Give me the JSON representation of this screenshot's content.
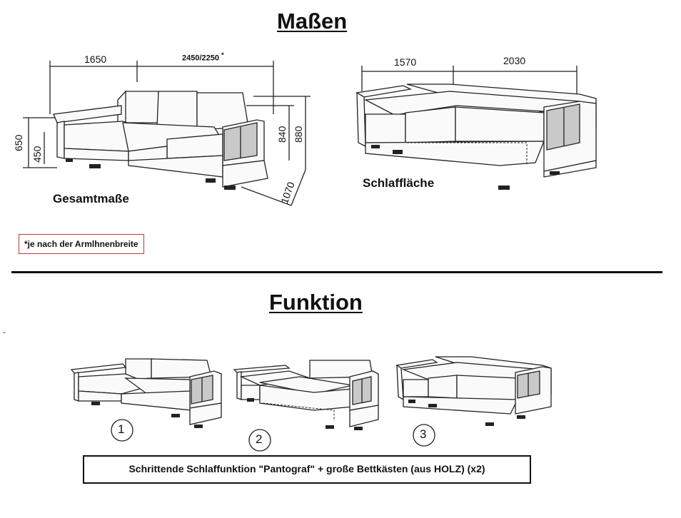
{
  "sections": {
    "dimensions_title": "Maßen",
    "function_title": "Funktion"
  },
  "dimensions": {
    "overall_label": "Gesamtmaße",
    "sleeping_label": "Schlaffläche",
    "overall": {
      "chaise_length": "1650",
      "total_length": "2450/2250",
      "total_length_mark": "*",
      "height_back": "650",
      "seat_height": "450",
      "height_arm": "840",
      "height_total": "880",
      "depth": "1070"
    },
    "sleeping": {
      "width_left": "1570",
      "width_right": "2030"
    },
    "footnote": "*je nach der Armlhnenbreite"
  },
  "function": {
    "steps": [
      "1",
      "2",
      "3"
    ],
    "caption": "Schrittende Schlaffunktion \"Pantograf\" + große Bettkästen (aus HOLZ) (x2)",
    "stray_mark": "-"
  },
  "colors": {
    "line": "#222222",
    "shelf_gray": "#c9c9c9",
    "note_border": "#c0392b",
    "divider": "#111111"
  }
}
